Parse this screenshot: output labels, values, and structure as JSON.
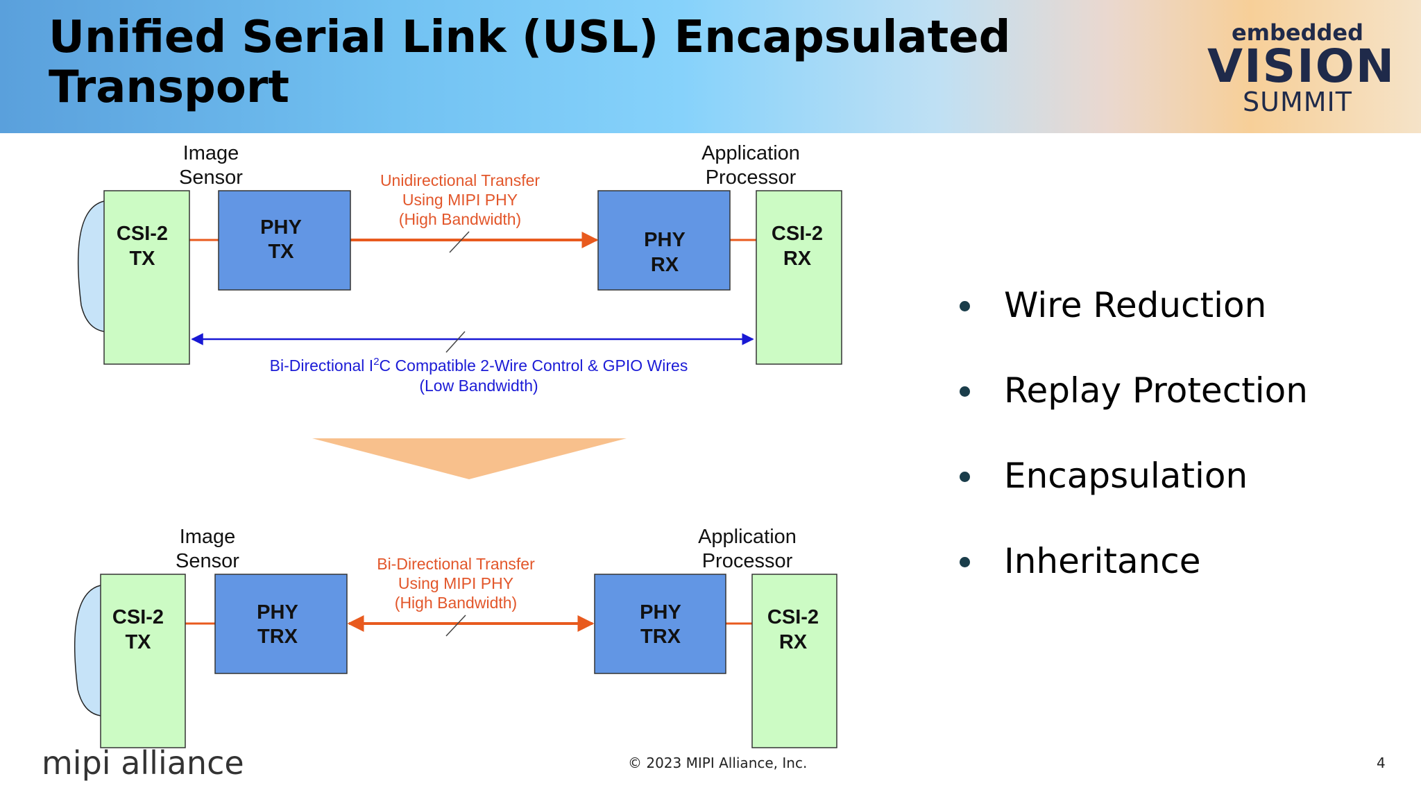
{
  "slide": {
    "title_line1": "Unified Serial Link (USL) Encapsulated",
    "title_line2": "Transport",
    "page_number": "4",
    "copyright": "© 2023 MIPI Alliance, Inc."
  },
  "logo": {
    "line1": "embedded",
    "line2": "VISION",
    "line3": "SUMMIT"
  },
  "footer_logo": {
    "text": "mipi alliance"
  },
  "colors": {
    "green_box": "#ccfbc4",
    "blue_box": "#6296e4",
    "orange_arrow": "#e85a1e",
    "blue_arrow": "#1818d4",
    "funnel": "#f8c08c"
  },
  "diagram": {
    "top": {
      "left_caption_1": "Image",
      "left_caption_2": "Sensor",
      "right_caption_1": "Application",
      "right_caption_2": "Processor",
      "csi_tx_1": "CSI-2",
      "csi_tx_2": "TX",
      "phy_left_1": "PHY",
      "phy_left_2": "TX",
      "phy_right_1": "PHY",
      "phy_right_2": "RX",
      "csi_rx_1": "CSI-2",
      "csi_rx_2": "RX",
      "transfer_note_1": "Unidirectional Transfer",
      "transfer_note_2": "Using MIPI PHY",
      "transfer_note_3": "(High Bandwidth)",
      "control_note_pre": "Bi-Directional  I",
      "control_note_sup": "2",
      "control_note_post": "C Compatible 2-Wire Control & GPIO Wires",
      "control_note_2": "(Low Bandwidth)"
    },
    "bottom": {
      "left_caption_1": "Image",
      "left_caption_2": "Sensor",
      "right_caption_1": "Application",
      "right_caption_2": "Processor",
      "csi_tx_1": "CSI-2",
      "csi_tx_2": "TX",
      "phy_left_1": "PHY",
      "phy_left_2": "TRX",
      "phy_right_1": "PHY",
      "phy_right_2": "TRX",
      "csi_rx_1": "CSI-2",
      "csi_rx_2": "RX",
      "transfer_note_1": "Bi-Directional Transfer",
      "transfer_note_2": "Using MIPI PHY",
      "transfer_note_3": "(High Bandwidth)"
    }
  },
  "bullets": [
    "Wire Reduction",
    "Replay Protection",
    "Encapsulation",
    "Inheritance"
  ]
}
